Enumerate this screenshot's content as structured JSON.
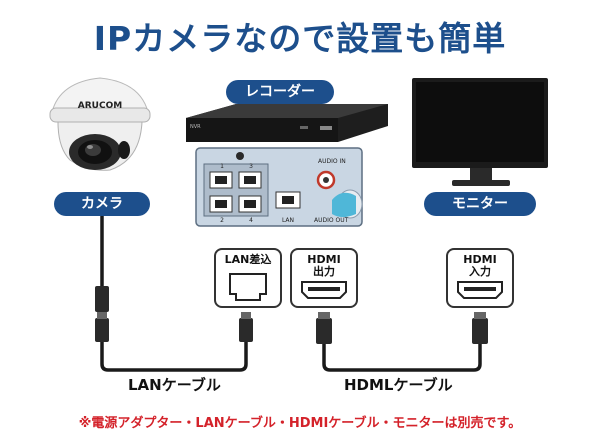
{
  "title": "IPカメラなので設置も簡単",
  "labels": {
    "camera": "カメラ",
    "recorder": "レコーダー",
    "monitor": "モニター"
  },
  "camera_brand": "ARUCOM",
  "recorder_panel": {
    "audio_in": "AUDIO IN",
    "audio_out": "AUDIO OUT",
    "lan": "LAN",
    "port_numbers": [
      "1",
      "3",
      "2",
      "4"
    ]
  },
  "ports": {
    "lan_in": "LAN差込",
    "hdmi_out_line1": "HDMI",
    "hdmi_out_line2": "出力",
    "hdmi_in_line1": "HDMI",
    "hdmi_in_line2": "入力"
  },
  "cables": {
    "lan": "LANケーブル",
    "hdmi": "HDMLケーブル"
  },
  "note": "※電源アダプター・LANケーブル・HDMIケーブル・モニターは別売です。",
  "colors": {
    "title": "#1d4f8c",
    "pill": "#1d4f8c",
    "note": "#d4222a"
  }
}
